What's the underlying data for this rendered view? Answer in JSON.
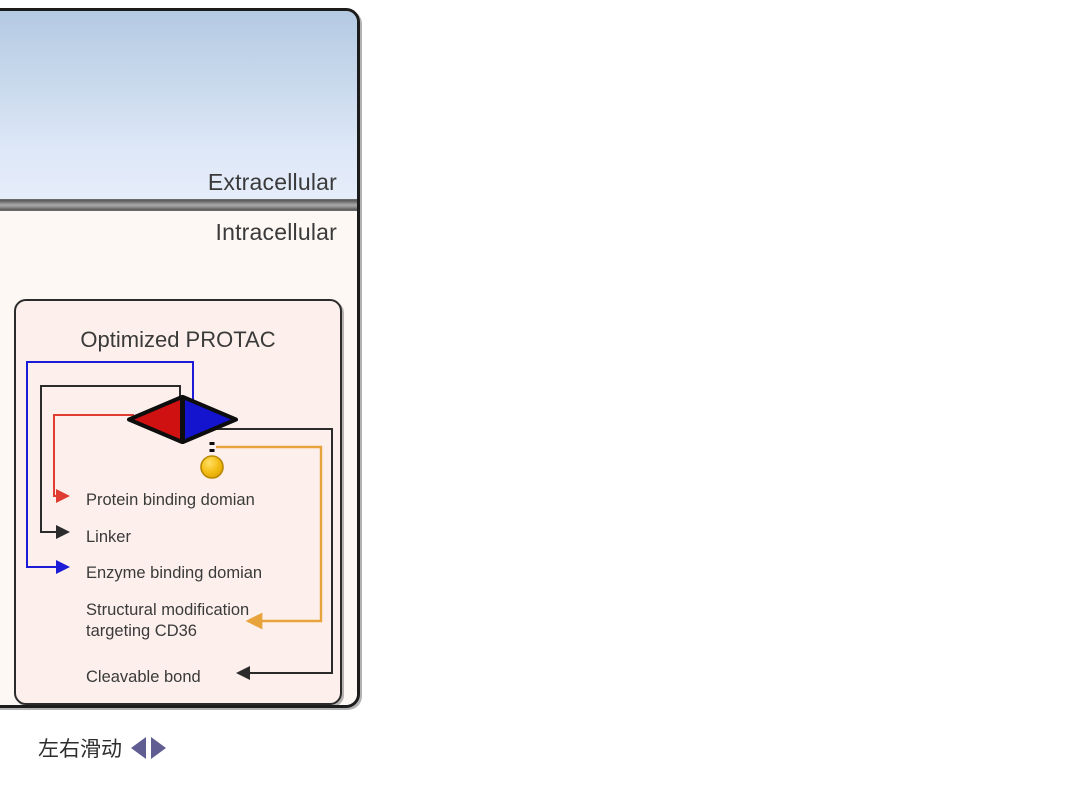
{
  "figure": {
    "regions": {
      "extracellular_label": "Extracellular",
      "intracellular_label": "Intracellular"
    },
    "colors": {
      "extracellular_top": "#b4cae3",
      "extracellular_bottom": "#e6edfa",
      "membrane": "#8f8f8f",
      "intracellular": "#fdf8f4",
      "card_background": "#fdf0ec",
      "panel_border": "#1c1c1c",
      "protein_binding_domain": "#e03c31",
      "linker": "#2b2b2b",
      "enzyme_binding_domain": "#1c1cd8",
      "structural_modification": "#e8a33d",
      "cleavable_bond": "#2b2b2b",
      "receptor_stub": "#c0392b",
      "swipe_arrow": "#5f5d92"
    },
    "protac": {
      "title": "Optimized PROTAC",
      "legend": [
        {
          "key": "protein",
          "label": "Protein binding domian",
          "color": "#e03c31"
        },
        {
          "key": "linker",
          "label": "Linker",
          "color": "#2b2b2b"
        },
        {
          "key": "enzyme",
          "label": "Enzyme binding domian",
          "color": "#1c1cd8"
        },
        {
          "key": "cd36",
          "label": "Structural modification\ntargeting CD36",
          "color": "#e8a33d"
        },
        {
          "key": "cleavable",
          "label": "Cleavable bond",
          "color": "#2b2b2b"
        }
      ],
      "glyphs": {
        "protein_binding_domain": "red-left-triangle",
        "enzyme_binding_domain": "blue-right-triangle",
        "linker": "black-bar",
        "cleavable_bond": "black-dotted-bond",
        "structural_modification": "yellow-circle"
      }
    }
  },
  "footer": {
    "swipe_text": "左右滑动",
    "arrow_left": "left-triangle-icon",
    "arrow_right": "right-triangle-icon"
  }
}
